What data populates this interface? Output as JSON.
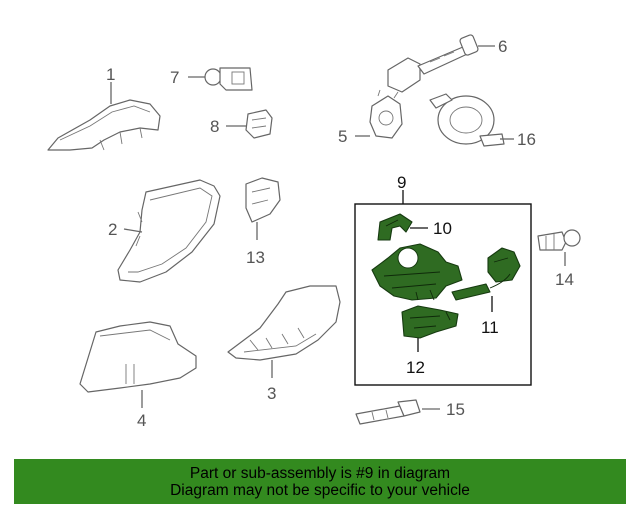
{
  "callouts": {
    "c1": "1",
    "c2": "2",
    "c3": "3",
    "c4": "4",
    "c5": "5",
    "c6": "6",
    "c7": "7",
    "c8": "8",
    "c9": "9",
    "c10": "10",
    "c11": "11",
    "c12": "12",
    "c13": "13",
    "c14": "14",
    "c15": "15",
    "c16": "16"
  },
  "colors": {
    "highlight_part": "#2f6b22",
    "banner_background": "#338a1f",
    "part_outline": "#666666"
  },
  "banner": {
    "line1": "Part or sub-assembly is #9 in diagram",
    "line2": "Diagram may not be specific to your vehicle"
  }
}
